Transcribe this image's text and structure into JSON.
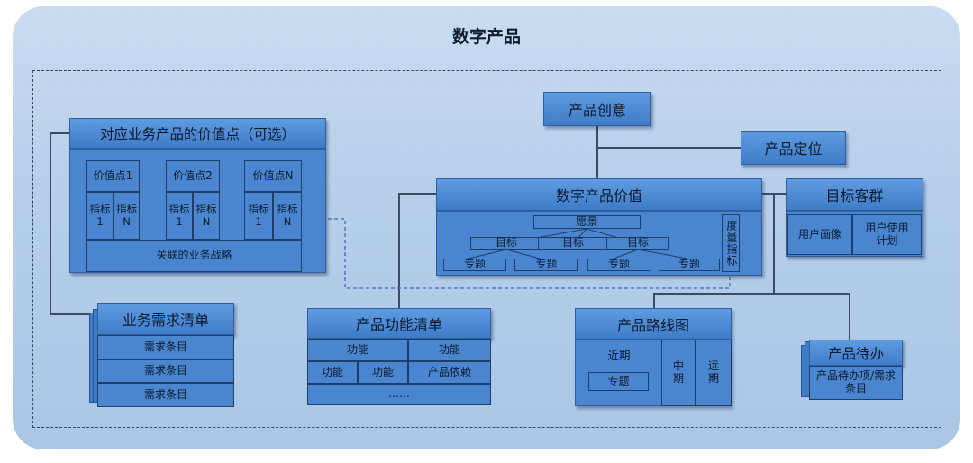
{
  "title": "数字产品",
  "value_points": {
    "header": "对应业务产品的价值点（可选）",
    "groups": [
      {
        "label": "价值点1",
        "metrics": [
          "指标1",
          "指标N"
        ]
      },
      {
        "label": "价值点2",
        "metrics": [
          "指标1",
          "指标N"
        ]
      },
      {
        "label": "价值点N",
        "metrics": [
          "指标1",
          "指标N"
        ]
      }
    ],
    "strategy": "关联的业务战略"
  },
  "requirements": {
    "header": "业务需求清单",
    "items": [
      "需求条目",
      "需求条目",
      "需求条目"
    ]
  },
  "idea": {
    "label": "产品创意"
  },
  "positioning": {
    "label": "产品定位"
  },
  "value": {
    "header": "数字产品价值",
    "vision": "愿景",
    "goals": [
      "目标",
      "目标",
      "目标"
    ],
    "topics": [
      "专题",
      "专题",
      "专题",
      "专题"
    ],
    "measure": "度量指标"
  },
  "customers": {
    "header": "目标客群",
    "cells": [
      "用户画像",
      "用户使用计划"
    ]
  },
  "features": {
    "header": "产品功能清单",
    "row1": [
      "功能",
      "功能"
    ],
    "row2": [
      "功能",
      "功能",
      "产品依赖"
    ],
    "row3": "……"
  },
  "roadmap": {
    "header": "产品路线图",
    "near": "近期",
    "topic": "专题",
    "mid": "中期",
    "far": "远期"
  },
  "backlog": {
    "header": "产品待办",
    "item": "产品待办项/需求条目"
  }
}
